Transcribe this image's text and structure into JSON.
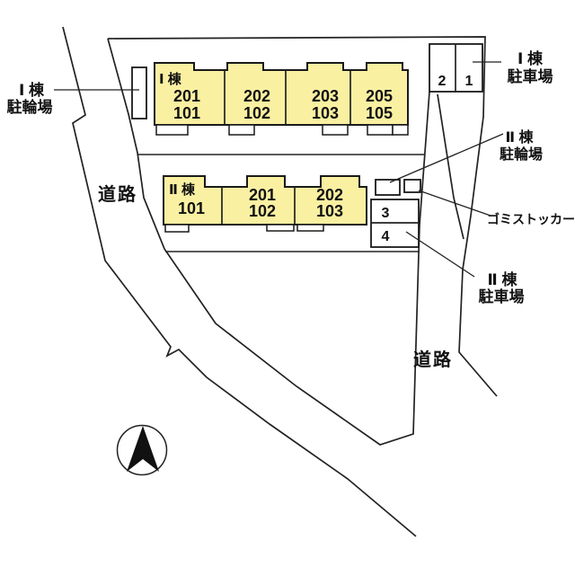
{
  "colors": {
    "background": "#ffffff",
    "building_fill": "#f9f0a2",
    "line": "#222222",
    "text": "#111111"
  },
  "building1": {
    "label": "Ⅰ 棟",
    "units": [
      {
        "upper": "201",
        "lower": "101"
      },
      {
        "upper": "202",
        "lower": "102"
      },
      {
        "upper": "203",
        "lower": "103"
      },
      {
        "upper": "205",
        "lower": "105"
      }
    ]
  },
  "building2": {
    "label": "Ⅱ 棟",
    "units": [
      {
        "number": "101"
      },
      {
        "upper": "201",
        "lower": "102"
      },
      {
        "upper": "202",
        "lower": "103"
      }
    ]
  },
  "parking1": {
    "spaces": [
      "2",
      "1"
    ]
  },
  "parking2": {
    "spaces": [
      "3",
      "4"
    ]
  },
  "annotations": {
    "b1_bicycle": {
      "line1": "Ⅰ 棟",
      "line2": "駐輪場"
    },
    "b1_parking": {
      "line1": "Ⅰ 棟",
      "line2": "駐車場"
    },
    "b2_bicycle": {
      "line1": "Ⅱ 棟",
      "line2": "駐輪場"
    },
    "b2_parking": {
      "line1": "Ⅱ 棟",
      "line2": "駐車場"
    },
    "garbage_stocker": "ゴミストッカー",
    "road_west": "道路",
    "road_southeast": "道路"
  }
}
